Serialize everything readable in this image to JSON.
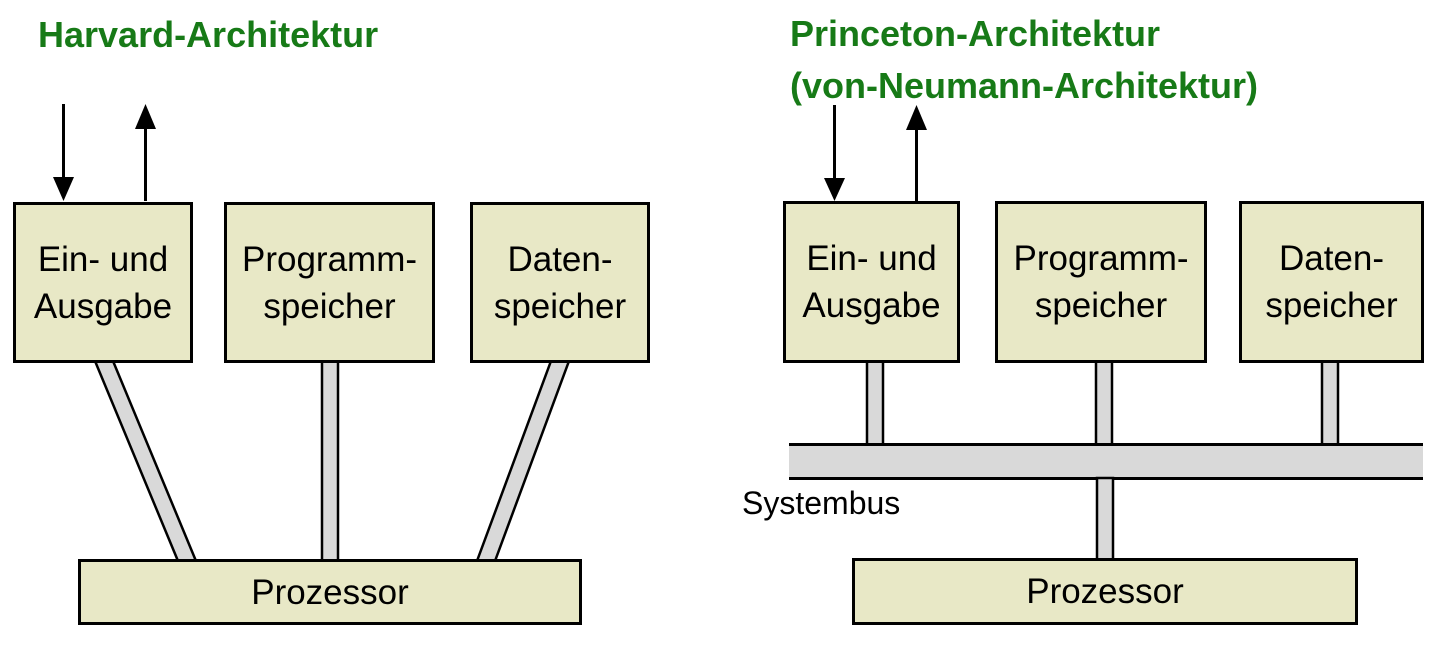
{
  "colors": {
    "title_green": "#177a17",
    "box_fill": "#e8e8c6",
    "box_border": "#000000",
    "connector_fill": "#d9d9d9",
    "bg": "#ffffff"
  },
  "harvard": {
    "title": "Harvard-Architektur",
    "io_line1": "Ein- und",
    "io_line2": "Ausgabe",
    "program_line1": "Programm-",
    "program_line2": "speicher",
    "data_line1": "Daten-",
    "data_line2": "speicher",
    "processor": "Prozessor"
  },
  "princeton": {
    "title_line1": "Princeton-Architektur",
    "title_line2": "(von-Neumann-Architektur)",
    "io_line1": "Ein- und",
    "io_line2": "Ausgabe",
    "program_line1": "Programm-",
    "program_line2": "speicher",
    "data_line1": "Daten-",
    "data_line2": "speicher",
    "processor": "Prozessor",
    "bus_label": "Systembus"
  }
}
